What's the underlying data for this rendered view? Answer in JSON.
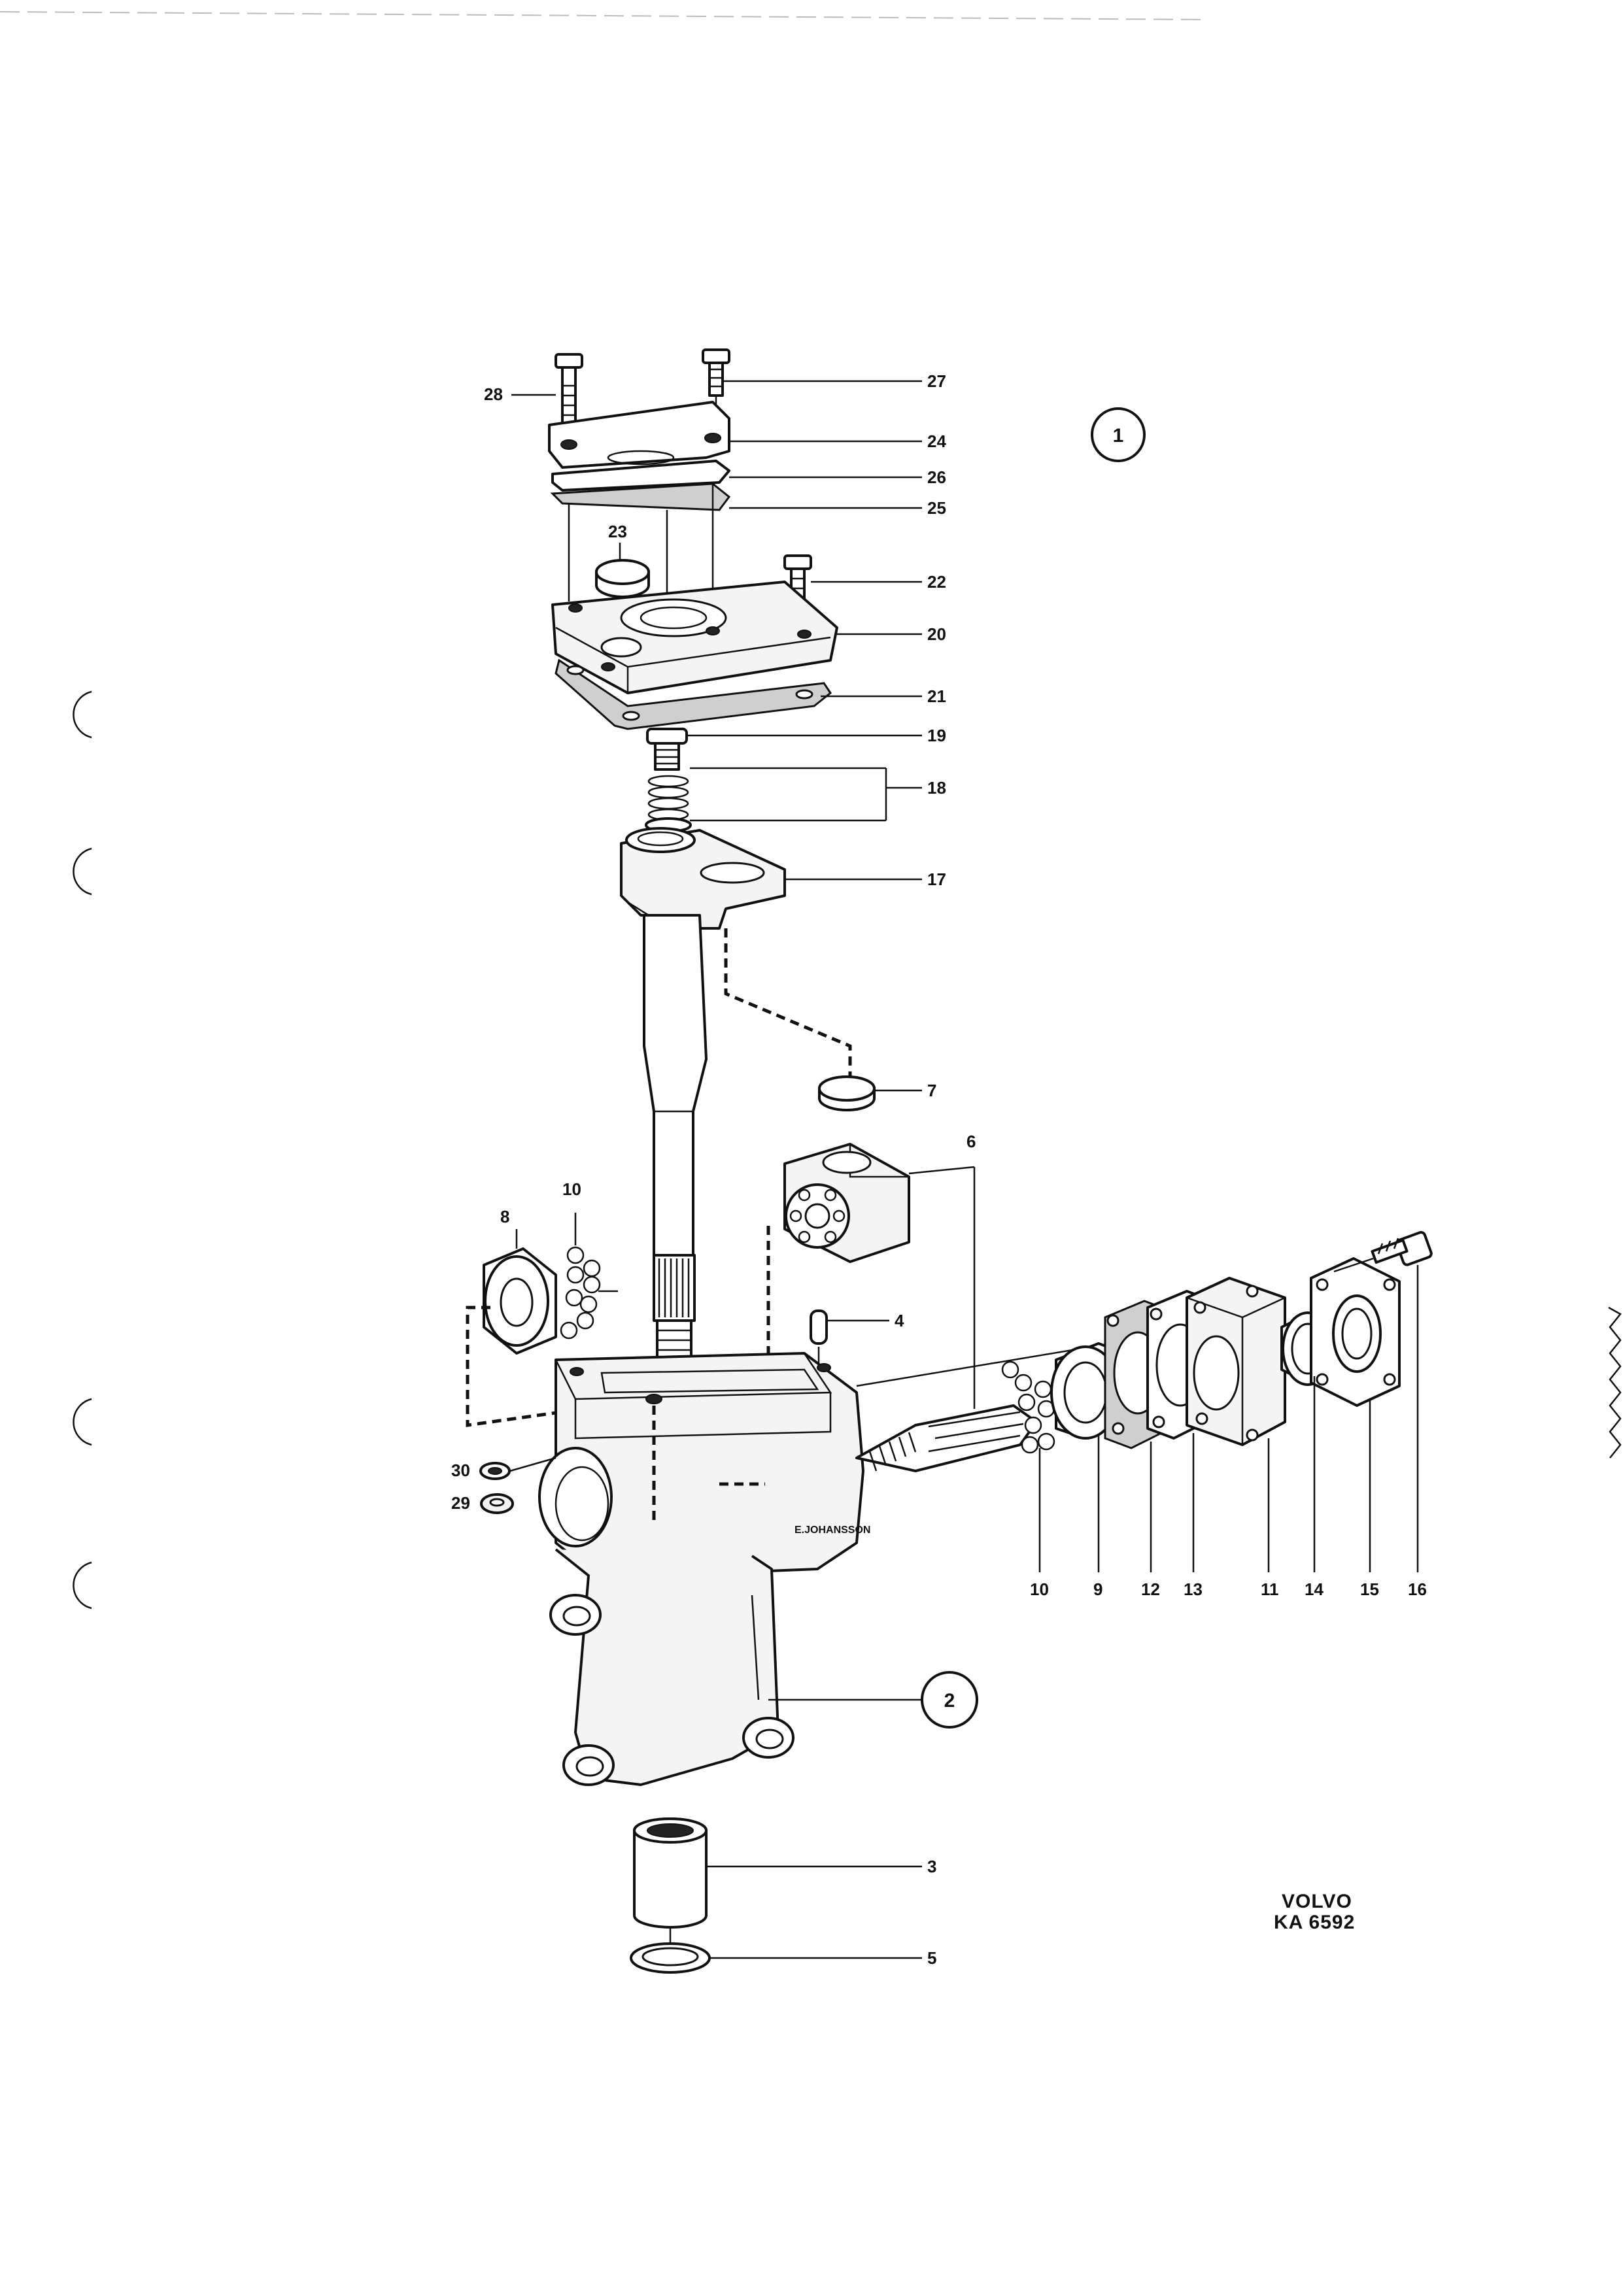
{
  "callouts": {
    "group_1": "1",
    "group_2": "2"
  },
  "labels": {
    "l28": "28",
    "l27": "27",
    "l24": "24",
    "l26": "26",
    "l25": "25",
    "l23": "23",
    "l22": "22",
    "l20": "20",
    "l21": "21",
    "l19": "19",
    "l18": "18",
    "l17": "17",
    "l7": "7",
    "l6": "6",
    "l8": "8",
    "l10_top": "10",
    "l4": "4",
    "l30": "30",
    "l29": "29",
    "l10_bottom": "10",
    "l9": "9",
    "l12": "12",
    "l13": "13",
    "l11": "11",
    "l14": "14",
    "l15": "15",
    "l16": "16",
    "l3": "3",
    "l5": "5"
  },
  "artist_signature": "E.JOHANSSON",
  "brand": {
    "name": "VOLVO",
    "reference": "KA 6592"
  }
}
